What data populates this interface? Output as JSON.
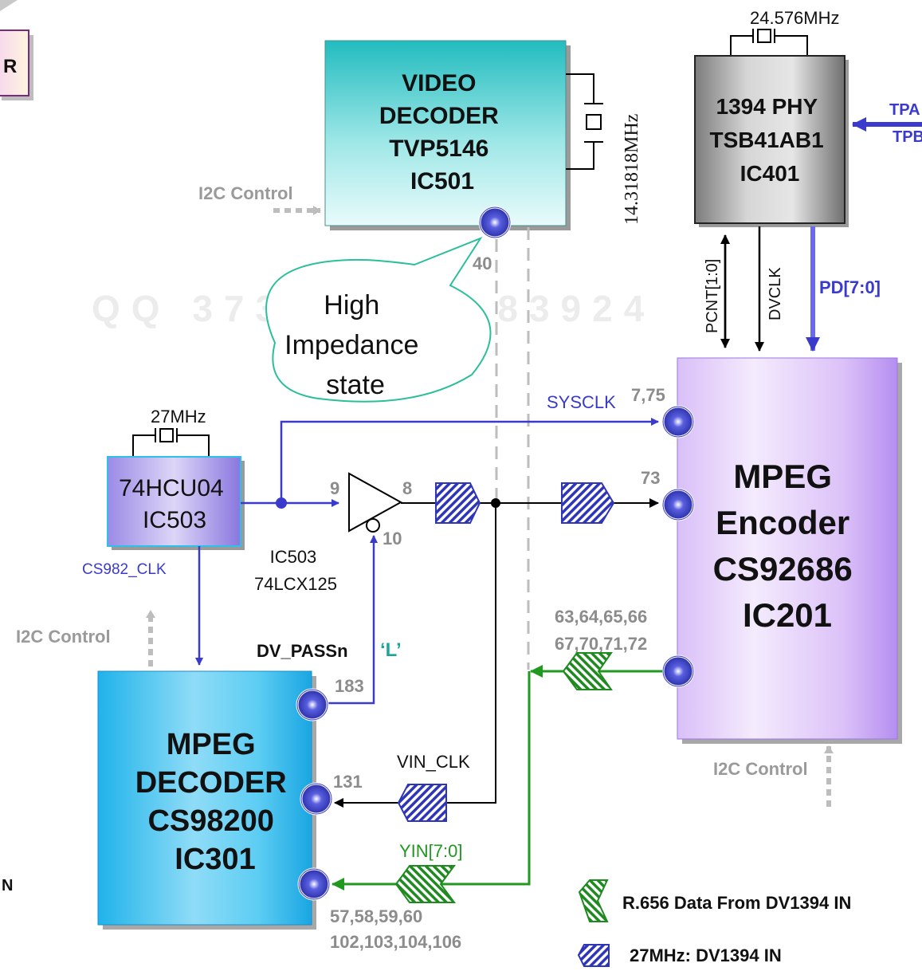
{
  "colors": {
    "blue_line": "#3a3acc",
    "green_line": "#1f9a1f",
    "black_line": "#000000",
    "gray_pin_label": "#8c8c8c",
    "gray_arrow": "#bdbdbd",
    "teal_text": "#1aa59a",
    "encoder_fill": "#c9a6f3",
    "decoder_fill": "#33c3ee",
    "video_fill": "#2fc6c6",
    "phy_fill": "#9a9a9a",
    "watermark": "#ececec"
  },
  "corner": {
    "label": "R",
    "bottom_letter": "N"
  },
  "video_decoder": {
    "line1": "VIDEO",
    "line2": "DECODER",
    "line3": "TVP5146",
    "line4": "IC501",
    "crystal": "14.31818MHz",
    "i2c": "I2C Control",
    "pin": "40"
  },
  "phy": {
    "line1": "1394 PHY",
    "line2": "TSB41AB1",
    "line3": "IC401",
    "crystal": "24.576MHz",
    "tp1": "TPA",
    "tp2": "TPB",
    "pcnt": "PCNT[1:0]",
    "dvclk": "DVCLK",
    "pd": "PD[7:0]"
  },
  "callout": {
    "line1": "High",
    "line2": "Impedance",
    "line3": "state"
  },
  "hcu": {
    "line1": "74HCU04",
    "line2": "IC503",
    "crystal": "27MHz",
    "clk": "CS982_CLK"
  },
  "buffer": {
    "line1": "IC503",
    "line2": "74LCX125",
    "pin_in": "9",
    "pin_out": "8",
    "pin_oe": "10"
  },
  "encoder": {
    "line1": "MPEG",
    "line2": "Encoder",
    "line3": "CS92686",
    "line4": "IC201",
    "sysclk": "SYSCLK",
    "pin_sysclk": "7,75",
    "pin_73": "73",
    "pins_data1": "63,64,65,66",
    "pins_data2": "67,70,71,72",
    "i2c": "I2C Control"
  },
  "decoder": {
    "line1": "MPEG",
    "line2": "DECODER",
    "line3": "CS98200",
    "line4": "IC301",
    "i2c": "I2C Control",
    "dv_pass": "DV_PASSn",
    "dv_pass_level": "‘L’",
    "pin_183": "183",
    "pin_131": "131",
    "vin_clk": "VIN_CLK",
    "yin": "YIN[7:0]",
    "pins_data1": "57,58,59,60",
    "pins_data2": "102,103,104,106"
  },
  "legend": {
    "green_label": "R.656 Data From DV1394 IN",
    "blue_label": "27MHz: DV1394 IN"
  },
  "watermark": "QQ 373151501 83924"
}
